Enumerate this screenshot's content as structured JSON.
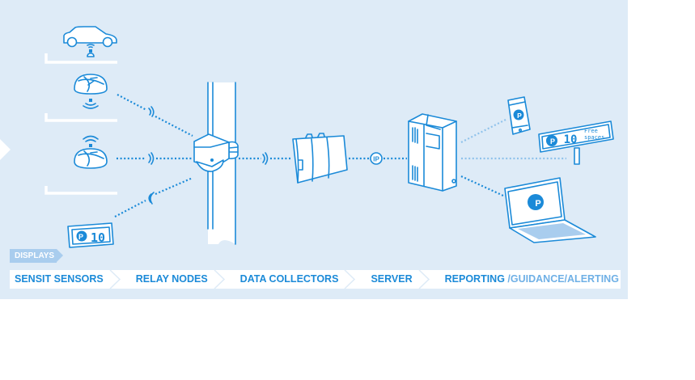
{
  "colors": {
    "background": "#deebf7",
    "accent": "#1b8ad8",
    "accent_light": "#6fb0e6",
    "tag_fill": "#a9cdee",
    "bar_fill": "#ffffff"
  },
  "tag": {
    "label": "DISPLAYS"
  },
  "flow": {
    "steps": [
      {
        "label": "SENSIT SENSORS"
      },
      {
        "label": "RELAY NODES"
      },
      {
        "label": "DATA COLLECTORS"
      },
      {
        "label": "SERVER"
      },
      {
        "label": "REPORTING",
        "suffix": " /GUIDANCE/ALERTING"
      }
    ]
  },
  "devices": {
    "car_sensor": {
      "icon": "car-with-sensor-icon"
    },
    "sensor_1": {
      "icon": "parking-sensor-icon"
    },
    "sensor_2": {
      "icon": "parking-sensor-icon"
    },
    "small_display": {
      "icon": "parking-display-icon",
      "symbol": "P",
      "count": "10"
    },
    "relay_node": {
      "icon": "relay-node-on-pole-icon"
    },
    "data_collector": {
      "icon": "data-collector-icon"
    },
    "ip_badge": {
      "label": "IP"
    },
    "server": {
      "icon": "server-tower-icon"
    },
    "phone": {
      "icon": "smartphone-icon",
      "symbol": "P"
    },
    "sign": {
      "icon": "guidance-sign-icon",
      "symbol": "P",
      "count": "10",
      "line1": "Free",
      "line2": "spaces"
    },
    "laptop": {
      "icon": "laptop-reporting-icon",
      "symbol": "P"
    }
  }
}
